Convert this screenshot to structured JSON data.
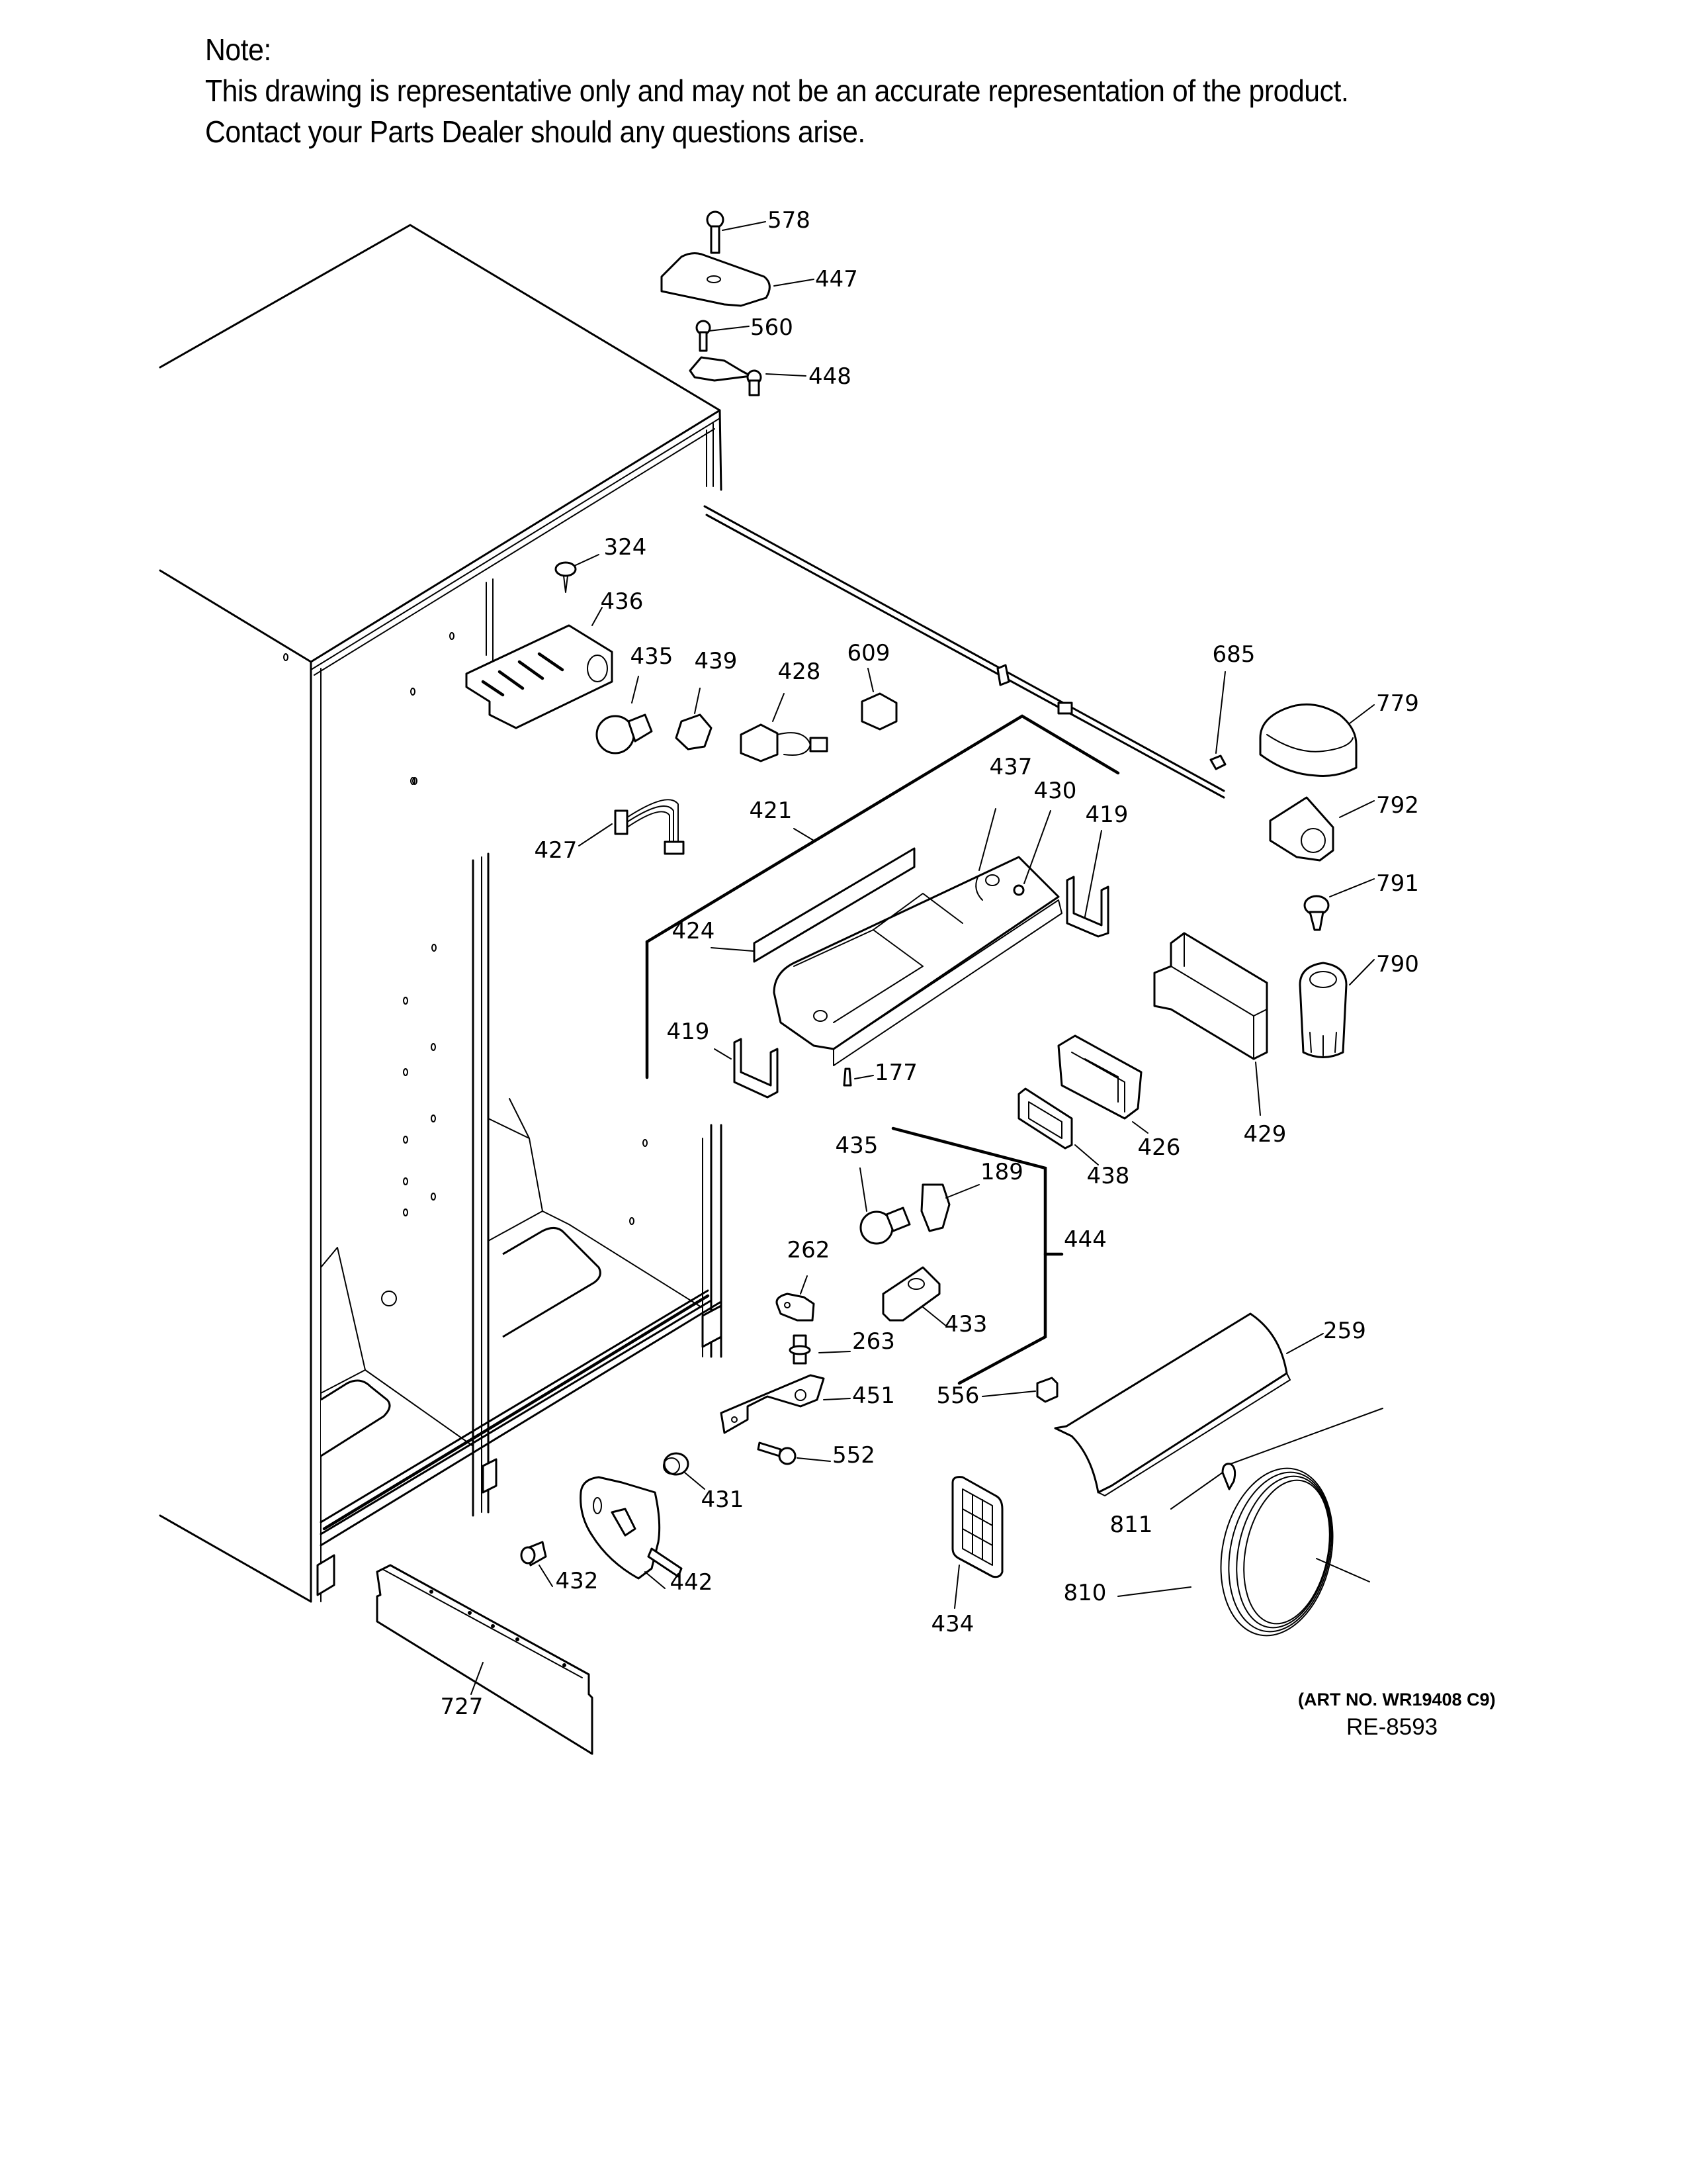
{
  "note": {
    "title": "Note:",
    "line1": "This drawing is representative only and may not be an accurate representation of the product.",
    "line2": "Contact your Parts Dealer should any questions arise."
  },
  "diagram": {
    "subject": "Refrigerator cabinet exploded parts view (side-by-side)",
    "part_labels": {
      "p578": "578",
      "p447": "447",
      "p560": "560",
      "p448": "448",
      "p324": "324",
      "p436": "436",
      "p435a": "435",
      "p439": "439",
      "p428": "428",
      "p609": "609",
      "p685": "685",
      "p779": "779",
      "p792": "792",
      "p791": "791",
      "p790": "790",
      "p437": "437",
      "p430": "430",
      "p419a": "419",
      "p421": "421",
      "p427": "427",
      "p424": "424",
      "p419b": "419",
      "p177": "177",
      "p426": "426",
      "p429": "429",
      "p438": "438",
      "p435b": "435",
      "p189": "189",
      "p444": "444",
      "p262": "262",
      "p433": "433",
      "p263": "263",
      "p451": "451",
      "p556": "556",
      "p259": "259",
      "p552": "552",
      "p431": "431",
      "p811": "811",
      "p810": "810",
      "p432": "432",
      "p442": "442",
      "p434": "434",
      "p727": "727"
    }
  },
  "footer": {
    "art_number": "(ART NO. WR19408 C9)",
    "ref_number": "RE-8593"
  }
}
